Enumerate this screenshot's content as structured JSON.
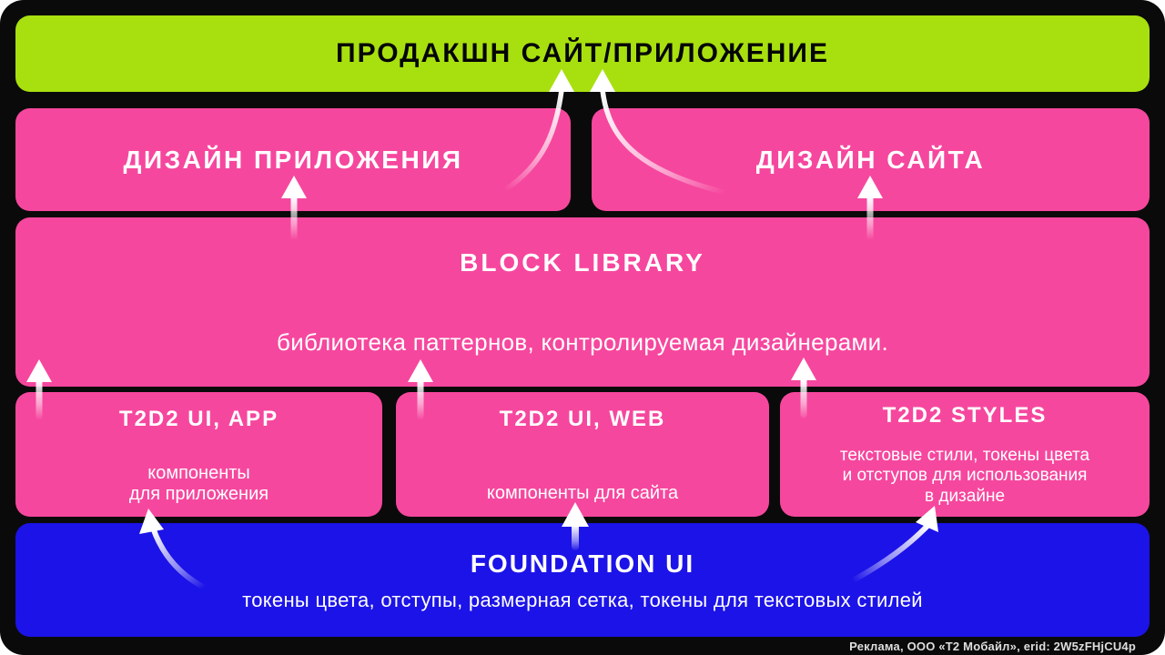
{
  "diagram": {
    "production": {
      "title": "ПРОДАКШН САЙТ/ПРИЛОЖЕНИЕ"
    },
    "design_app": {
      "title": "ДИЗАЙН ПРИЛОЖЕНИЯ"
    },
    "design_site": {
      "title": "ДИЗАЙН САЙТА"
    },
    "block_library": {
      "title": "BLOCK LIBRARY",
      "subtitle": "библиотека паттернов, контролируемая дизайнерами."
    },
    "t2d2_app": {
      "title": "T2D2 UI, APP",
      "subtitle": "компоненты\nдля приложения"
    },
    "t2d2_web": {
      "title": "T2D2 UI, WEB",
      "subtitle": "компоненты для сайта"
    },
    "t2d2_styles": {
      "title": "T2D2 STYLES",
      "subtitle": "текстовые стили, токены цвета\nи отступов для использования\nв дизайне"
    },
    "foundation": {
      "title": "FOUNDATION UI",
      "subtitle": "токены цвета, отступы, размерная сетка, токены для текстовых стилей"
    }
  },
  "footer": {
    "ad_text": "Реклама, ООО «Т2 Мобайл», erid: 2W5zFHjCU4p"
  },
  "colors": {
    "background": "#0a0a0a",
    "green": "#a8e00f",
    "pink": "#f6479e",
    "blue": "#1c13e8",
    "arrow": "#ffffff"
  }
}
